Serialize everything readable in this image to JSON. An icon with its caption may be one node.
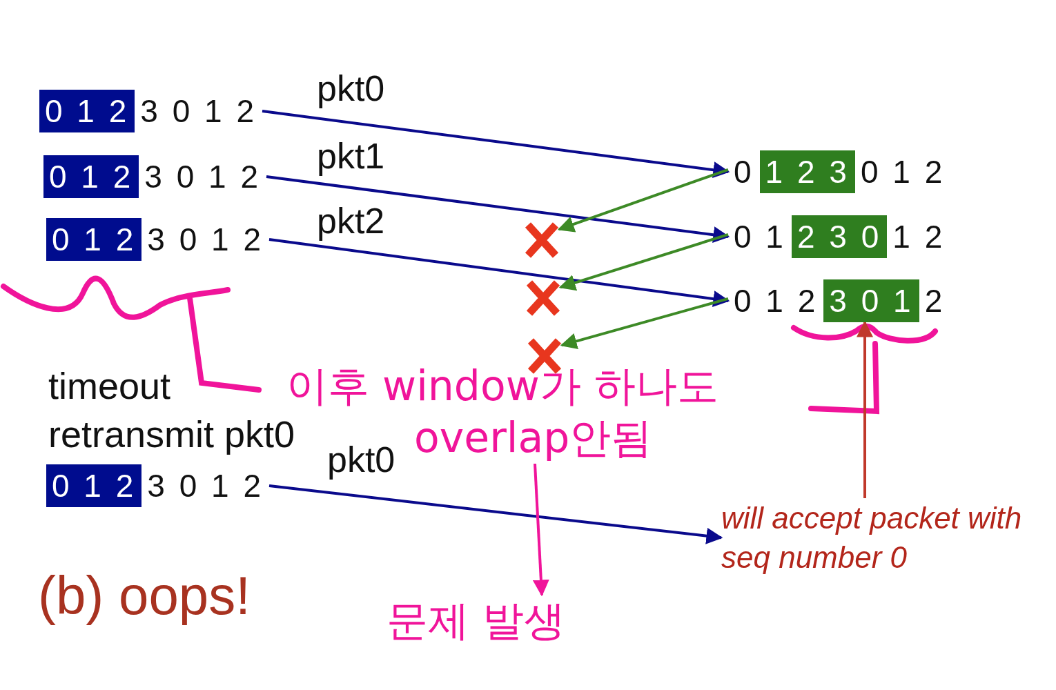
{
  "diagram": {
    "caption": "(b) oops!",
    "nodes": [
      {
        "text": [
          "0 1 2",
          "3 0 1 2"
        ]
      },
      {
        "text": [
          "0 1 2",
          "3 0 1 2"
        ]
      },
      {
        "text": [
          "0 1 2",
          "3 0 1 2"
        ]
      },
      {
        "text": [
          "0 1 2",
          "3 0 1 2"
        ]
      },
      {
        "text": [
          "0",
          "1 2 3",
          "0 1 2"
        ]
      },
      {
        "text": [
          "0 1",
          "2 3 0",
          "1 2"
        ]
      },
      {
        "text": [
          "0 1 2",
          "3 0 1",
          "2"
        ]
      },
      {
        "text": [],
        "shape": "cross"
      },
      {
        "text": [],
        "shape": "cross"
      },
      {
        "text": [],
        "shape": "cross"
      },
      {
        "text": [
          "will accept packet with seq number 0"
        ]
      },
      {
        "text": [
          "이후 window가 하나도 overlap안됨"
        ]
      },
      {
        "text": [
          "문제 발생"
        ]
      }
    ],
    "edges": [
      {
        "from": 0,
        "to": 4,
        "arrow": "to",
        "label": "pkt0"
      },
      {
        "from": 1,
        "to": 5,
        "arrow": "to",
        "label": "pkt1"
      },
      {
        "from": 2,
        "to": 6,
        "arrow": "to",
        "label": "pkt2"
      },
      {
        "from": 4,
        "to": 7,
        "arrow": "to",
        "color": "#3d8a26"
      },
      {
        "from": 5,
        "to": 8,
        "arrow": "to",
        "color": "#3d8a26"
      },
      {
        "from": 6,
        "to": 9,
        "arrow": "to",
        "color": "#3d8a26"
      },
      {
        "from": 3,
        "to": 10,
        "arrow": "to",
        "label": "pkt0"
      },
      {
        "from": 10,
        "to": 6,
        "arrow": "to",
        "color": "#c0392b"
      },
      {
        "from": 11,
        "to": 12,
        "arrow": "to",
        "color": "#f0149a"
      }
    ],
    "labels": [
      "timeout",
      "retransmit pkt0"
    ]
  }
}
